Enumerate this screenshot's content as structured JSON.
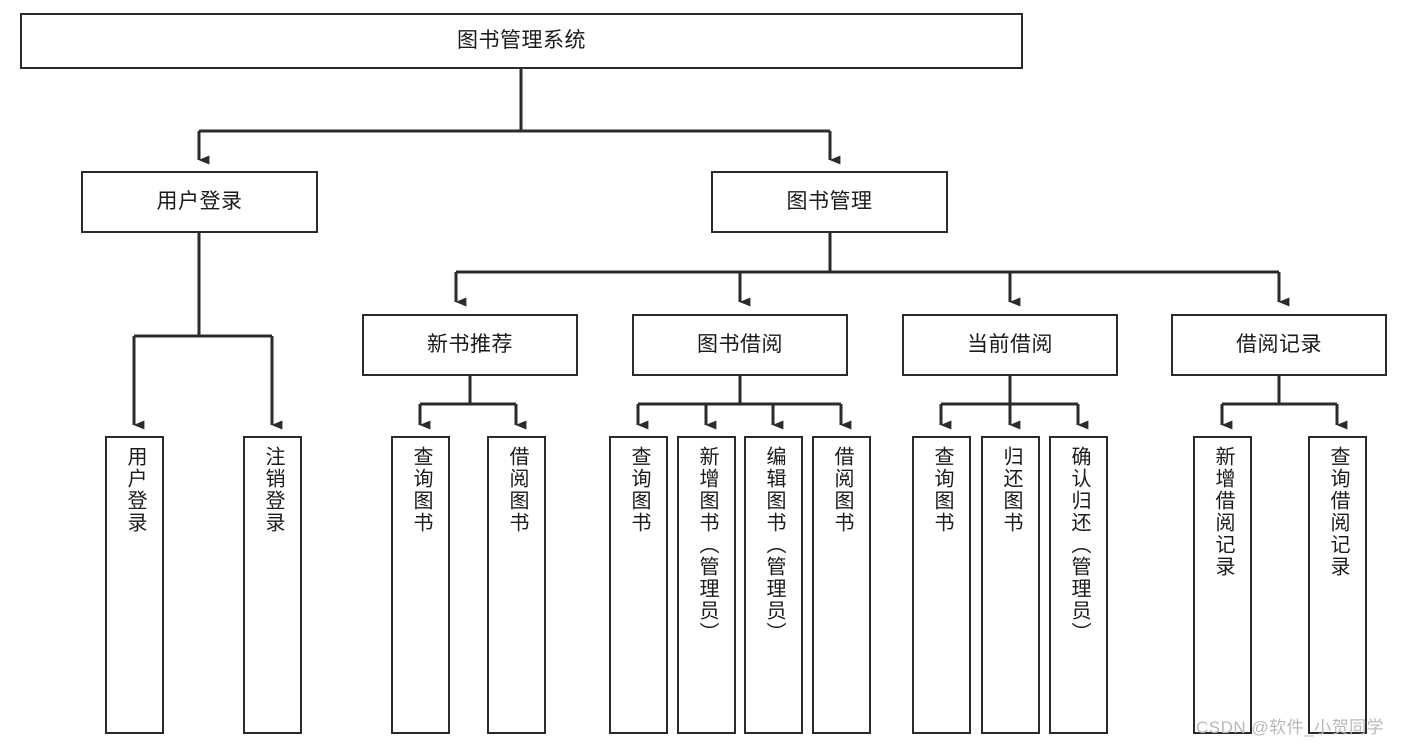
{
  "diagram": {
    "type": "tree",
    "title": "图书管理系统",
    "orientation": "top-down",
    "colors": {
      "box_border": "#2b2b2b",
      "box_fill": "#ffffff",
      "connector": "#2b2b2b",
      "text": "#1b1b1b",
      "watermark": "#b9b9b9",
      "background": "#ffffff"
    },
    "root": {
      "label": "图书管理系统"
    },
    "level1": [
      {
        "label": "用户登录"
      },
      {
        "label": "图书管理"
      }
    ],
    "level2": [
      {
        "label": "新书推荐"
      },
      {
        "label": "图书借阅"
      },
      {
        "label": "当前借阅"
      },
      {
        "label": "借阅记录"
      }
    ],
    "leaves": {
      "user_login": [
        {
          "label": "用户登录"
        },
        {
          "label": "注销登录"
        }
      ],
      "new_book_recommend": [
        {
          "label": "查询图书"
        },
        {
          "label": "借阅图书"
        }
      ],
      "book_borrow": [
        {
          "label": "查询图书"
        },
        {
          "label": "新增图书（管理员）"
        },
        {
          "label": "编辑图书（管理员）"
        },
        {
          "label": "借阅图书"
        }
      ],
      "current_borrow": [
        {
          "label": "查询图书"
        },
        {
          "label": "归还图书"
        },
        {
          "label": "确认归还（管理员）"
        }
      ],
      "borrow_record": [
        {
          "label": "新增借阅记录"
        },
        {
          "label": "查询借阅记录"
        }
      ]
    }
  },
  "watermark": {
    "text": "CSDN @软件_小贺同学"
  }
}
